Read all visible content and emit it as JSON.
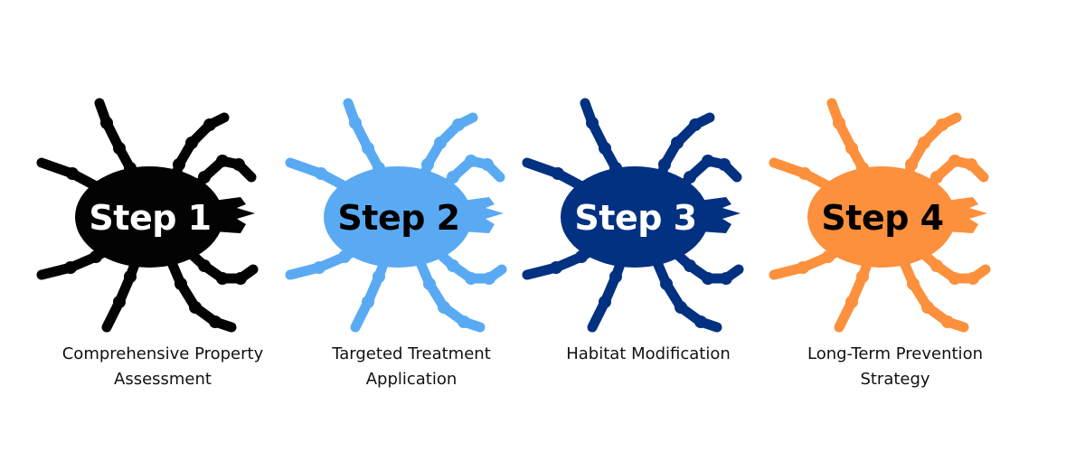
{
  "steps": [
    {
      "label": "Step 1",
      "caption": "Comprehensive Property\nAssessment",
      "color": "#030303",
      "label_color": "#ffffff"
    },
    {
      "label": "Step 2",
      "caption": "Targeted Treatment\nApplication",
      "color": "#5aaaf3",
      "label_color": "#000000"
    },
    {
      "label": "Step 3",
      "caption": "Habitat Modification",
      "color": "#033181",
      "label_color": "#ffffff"
    },
    {
      "label": "Step 4",
      "caption": "Long-Term Prevention\nStrategy",
      "color": "#fc903c",
      "label_color": "#000000"
    }
  ]
}
